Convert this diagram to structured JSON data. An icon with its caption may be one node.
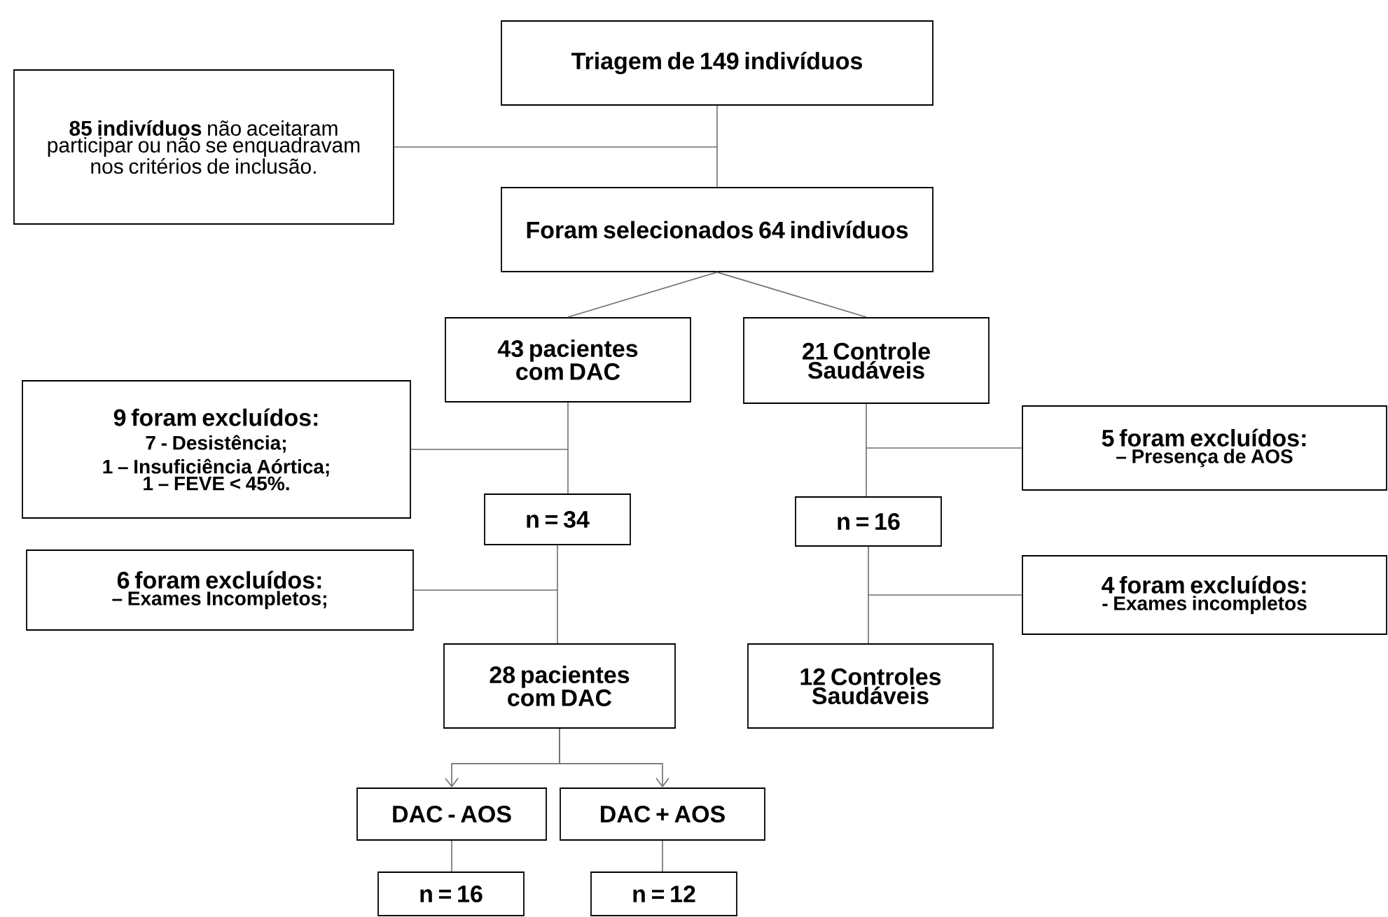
{
  "diagram": {
    "nodes": [
      {
        "text": [
          "Triagem de 149 indivíduos"
        ]
      },
      {
        "text": [
          "**85 indivíduos** não aceitaram participar ou não se enquadravam nos critérios de inclusão."
        ]
      },
      {
        "text": [
          "Foram selecionados 64 indivíduos"
        ]
      },
      {
        "text": [
          "43 pacientes com DAC"
        ]
      },
      {
        "text": [
          "21 Controle Saudáveis"
        ]
      },
      {
        "text": [
          "9 foram excluídos:",
          "7 - Desistência;",
          "1 – Insuficiência Aórtica;",
          "1 –  FEVE < 45%."
        ]
      },
      {
        "text": [
          "n = 34"
        ]
      },
      {
        "text": [
          "n = 16"
        ]
      },
      {
        "text": [
          "5 foram excluídos:",
          "– Presença de AOS"
        ]
      },
      {
        "text": [
          "6 foram excluídos:",
          "– Exames Incompletos;"
        ]
      },
      {
        "text": [
          "4 foram excluídos:",
          "- Exames incompletos"
        ]
      },
      {
        "text": [
          "28 pacientes com DAC"
        ]
      },
      {
        "text": [
          "12 Controles Saudáveis"
        ]
      },
      {
        "text": [
          "DAC - AOS"
        ]
      },
      {
        "text": [
          "DAC + AOS"
        ]
      },
      {
        "text": [
          "n = 16"
        ]
      },
      {
        "text": [
          "n = 12"
        ]
      }
    ],
    "edges": [
      {
        "from": 0,
        "to": 2,
        "arrow": "none"
      },
      {
        "from": 0,
        "to": 1,
        "arrow": "none"
      },
      {
        "from": 2,
        "to": 3,
        "arrow": "none"
      },
      {
        "from": 2,
        "to": 4,
        "arrow": "none"
      },
      {
        "from": 3,
        "to": 6,
        "arrow": "none"
      },
      {
        "from": 3,
        "to": 5,
        "arrow": "none"
      },
      {
        "from": 4,
        "to": 7,
        "arrow": "none"
      },
      {
        "from": 4,
        "to": 8,
        "arrow": "none"
      },
      {
        "from": 6,
        "to": 11,
        "arrow": "none"
      },
      {
        "from": 6,
        "to": 9,
        "arrow": "none"
      },
      {
        "from": 7,
        "to": 12,
        "arrow": "none"
      },
      {
        "from": 7,
        "to": 10,
        "arrow": "none"
      },
      {
        "from": 11,
        "to": 13,
        "arrow": "to"
      },
      {
        "from": 11,
        "to": 14,
        "arrow": "to"
      },
      {
        "from": 13,
        "to": 15,
        "arrow": "none"
      },
      {
        "from": 14,
        "to": 16,
        "arrow": "none"
      }
    ]
  }
}
